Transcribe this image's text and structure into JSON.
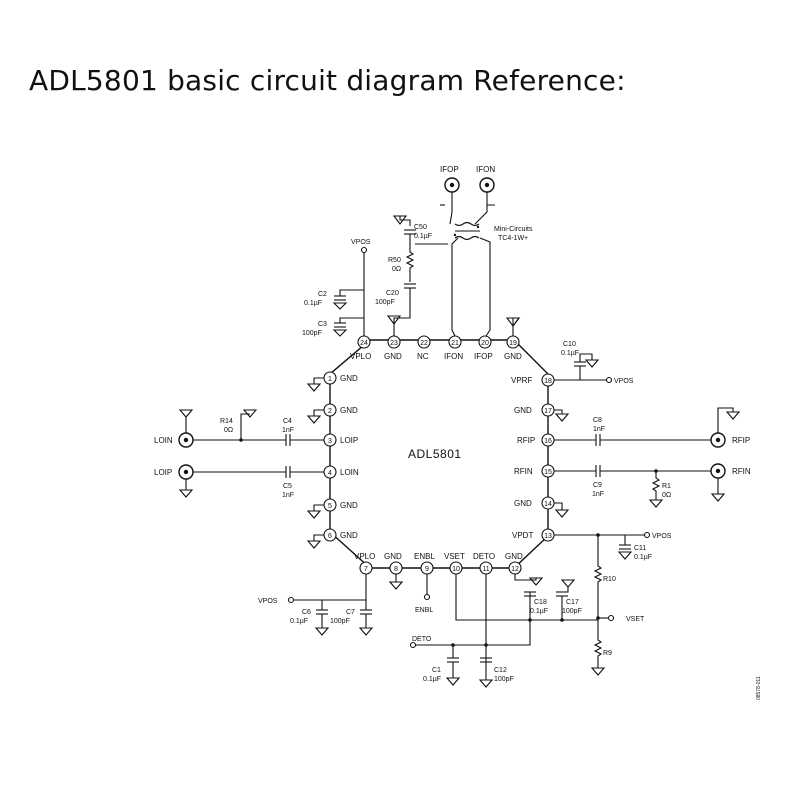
{
  "page": {
    "title": "ADL5801 basic circuit diagram Reference:"
  },
  "chip": {
    "name": "ADL5801"
  },
  "pins": [
    {
      "num": "1",
      "name": "GND"
    },
    {
      "num": "2",
      "name": "GND"
    },
    {
      "num": "3",
      "name": "LOIP"
    },
    {
      "num": "4",
      "name": "LOIN"
    },
    {
      "num": "5",
      "name": "GND"
    },
    {
      "num": "6",
      "name": "GND"
    },
    {
      "num": "7",
      "name": "VPLO"
    },
    {
      "num": "8",
      "name": "GND"
    },
    {
      "num": "9",
      "name": "ENBL"
    },
    {
      "num": "10",
      "name": "VSET"
    },
    {
      "num": "11",
      "name": "DETO"
    },
    {
      "num": "12",
      "name": "GND"
    },
    {
      "num": "13",
      "name": "VPDT"
    },
    {
      "num": "14",
      "name": "GND"
    },
    {
      "num": "15",
      "name": "RFIN"
    },
    {
      "num": "16",
      "name": "RFIP"
    },
    {
      "num": "17",
      "name": "GND"
    },
    {
      "num": "18",
      "name": "VPRF"
    },
    {
      "num": "19",
      "name": "GND"
    },
    {
      "num": "20",
      "name": "IFOP"
    },
    {
      "num": "21",
      "name": "IFON"
    },
    {
      "num": "22",
      "name": "NC"
    },
    {
      "num": "23",
      "name": "GND"
    },
    {
      "num": "24",
      "name": "VPLO"
    }
  ],
  "components": {
    "c50": {
      "ref": "C50",
      "value": "0.1µF"
    },
    "r50": {
      "ref": "R50",
      "value": "0Ω"
    },
    "c20": {
      "ref": "C20",
      "value": "100pF"
    },
    "c2": {
      "ref": "C2",
      "value": "0.1µF"
    },
    "c3": {
      "ref": "C3",
      "value": "100pF"
    },
    "c10": {
      "ref": "C10",
      "value": "0.1µF"
    },
    "r14": {
      "ref": "R14",
      "value": "0Ω"
    },
    "c4": {
      "ref": "C4",
      "value": "1nF"
    },
    "c5": {
      "ref": "C5",
      "value": "1nF"
    },
    "c8": {
      "ref": "C8",
      "value": "1nF"
    },
    "c9": {
      "ref": "C9",
      "value": "1nF"
    },
    "r1": {
      "ref": "R1",
      "value": "0Ω"
    },
    "c11": {
      "ref": "C11",
      "value": "0.1µF"
    },
    "r10": {
      "ref": "R10"
    },
    "r9": {
      "ref": "R9"
    },
    "c6": {
      "ref": "C6",
      "value": "0.1µF"
    },
    "c7": {
      "ref": "C7",
      "value": "100pF"
    },
    "c18": {
      "ref": "C18",
      "value": "0.1µF"
    },
    "c17": {
      "ref": "C17",
      "value": "100pF"
    },
    "c1": {
      "ref": "C1",
      "value": "0.1µF"
    },
    "c12": {
      "ref": "C12",
      "value": "100pF"
    }
  },
  "transformer": {
    "line1": "Mini-Circuits",
    "line2": "TC4-1W+"
  },
  "ports": {
    "ifop": "IFOP",
    "ifon": "IFON",
    "loin": "LOIN",
    "loip": "LOIP",
    "rfip": "RFIP",
    "rfin": "RFIN",
    "enbl": "ENBL",
    "deto": "DETO",
    "vset": "VSET",
    "vpos": "VPOS"
  },
  "figure_id": "08578-011"
}
